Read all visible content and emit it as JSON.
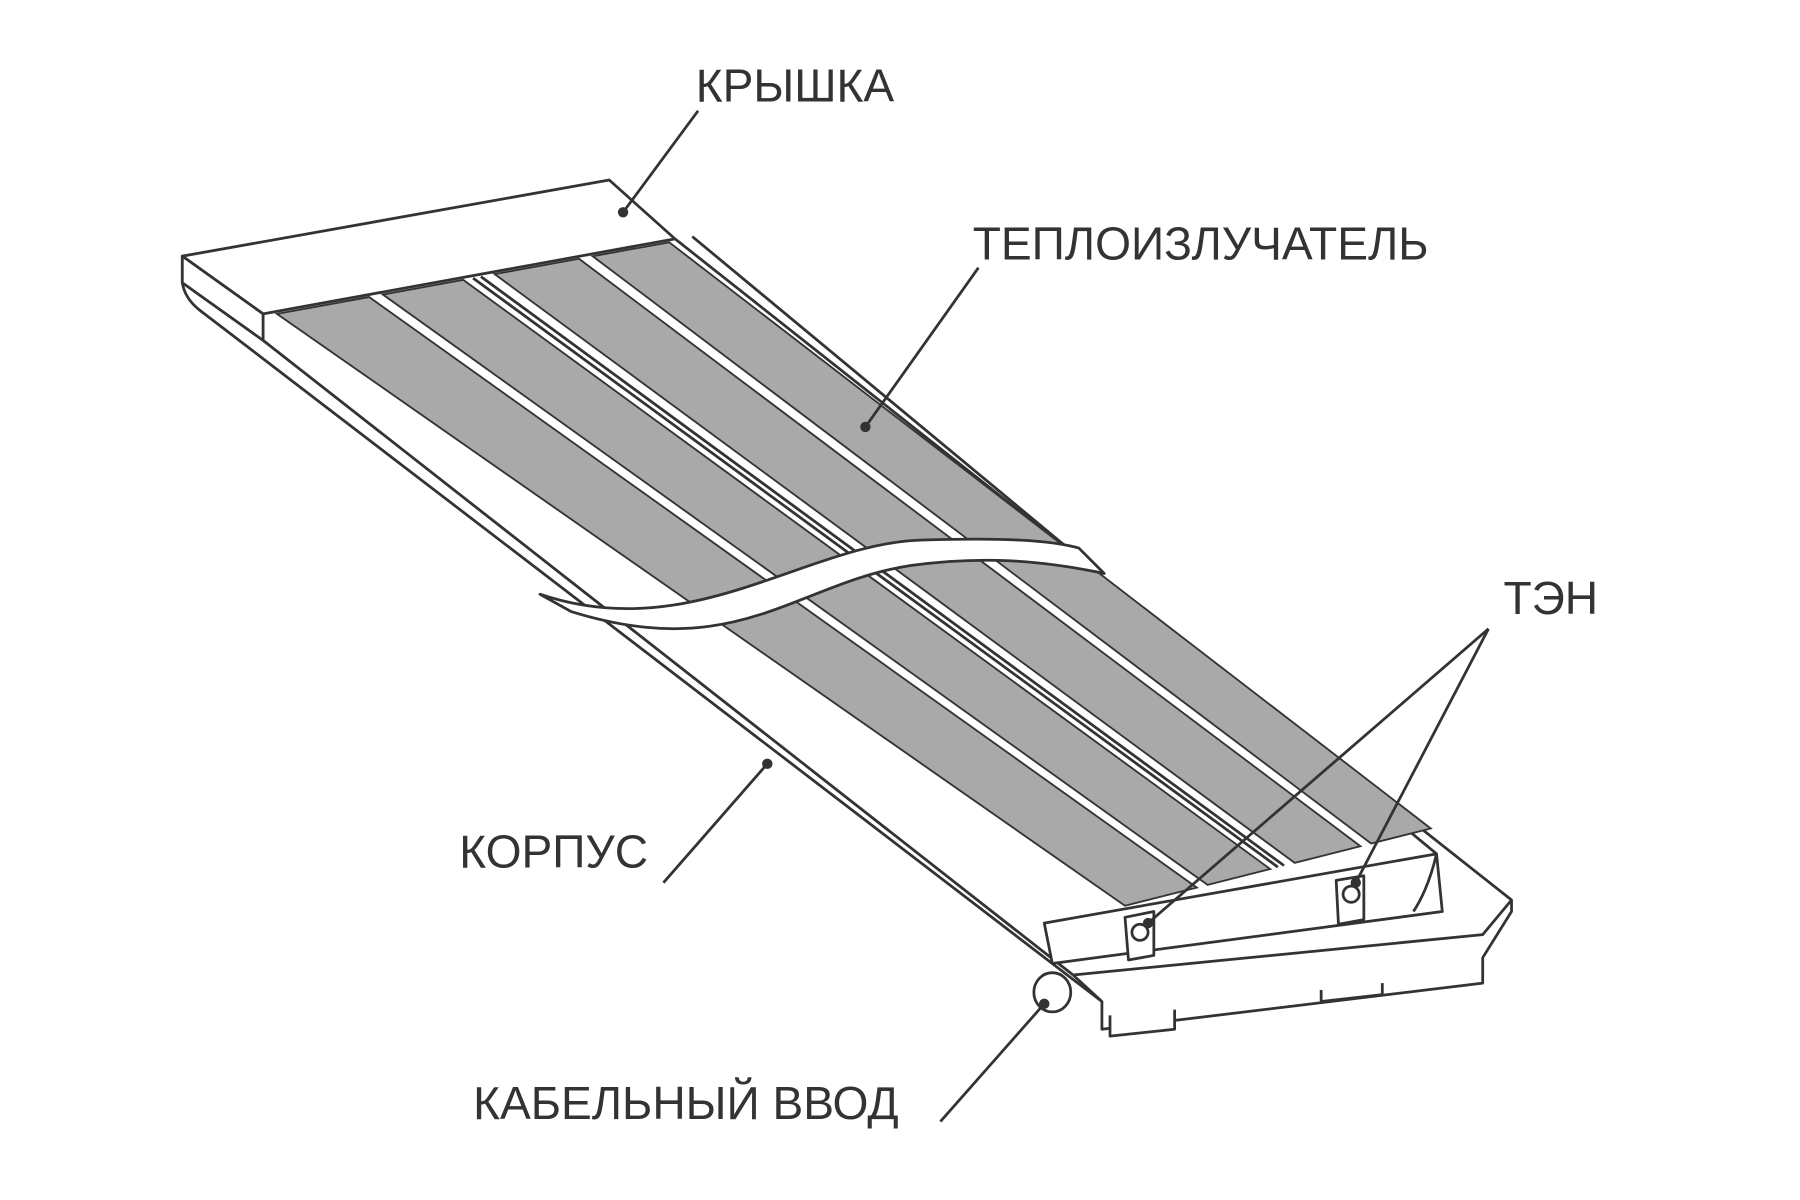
{
  "labels": {
    "lid": "КРЫШКА",
    "radiator": "ТЕПЛОИЗЛУЧАТЕЛЬ",
    "heating_element": "ТЭН",
    "housing": "КОРПУС",
    "cable_entry": "КАБЕЛЬНЫЙ ВВОД"
  },
  "colors": {
    "panel": "#a9a9a9",
    "line": "#333333"
  }
}
